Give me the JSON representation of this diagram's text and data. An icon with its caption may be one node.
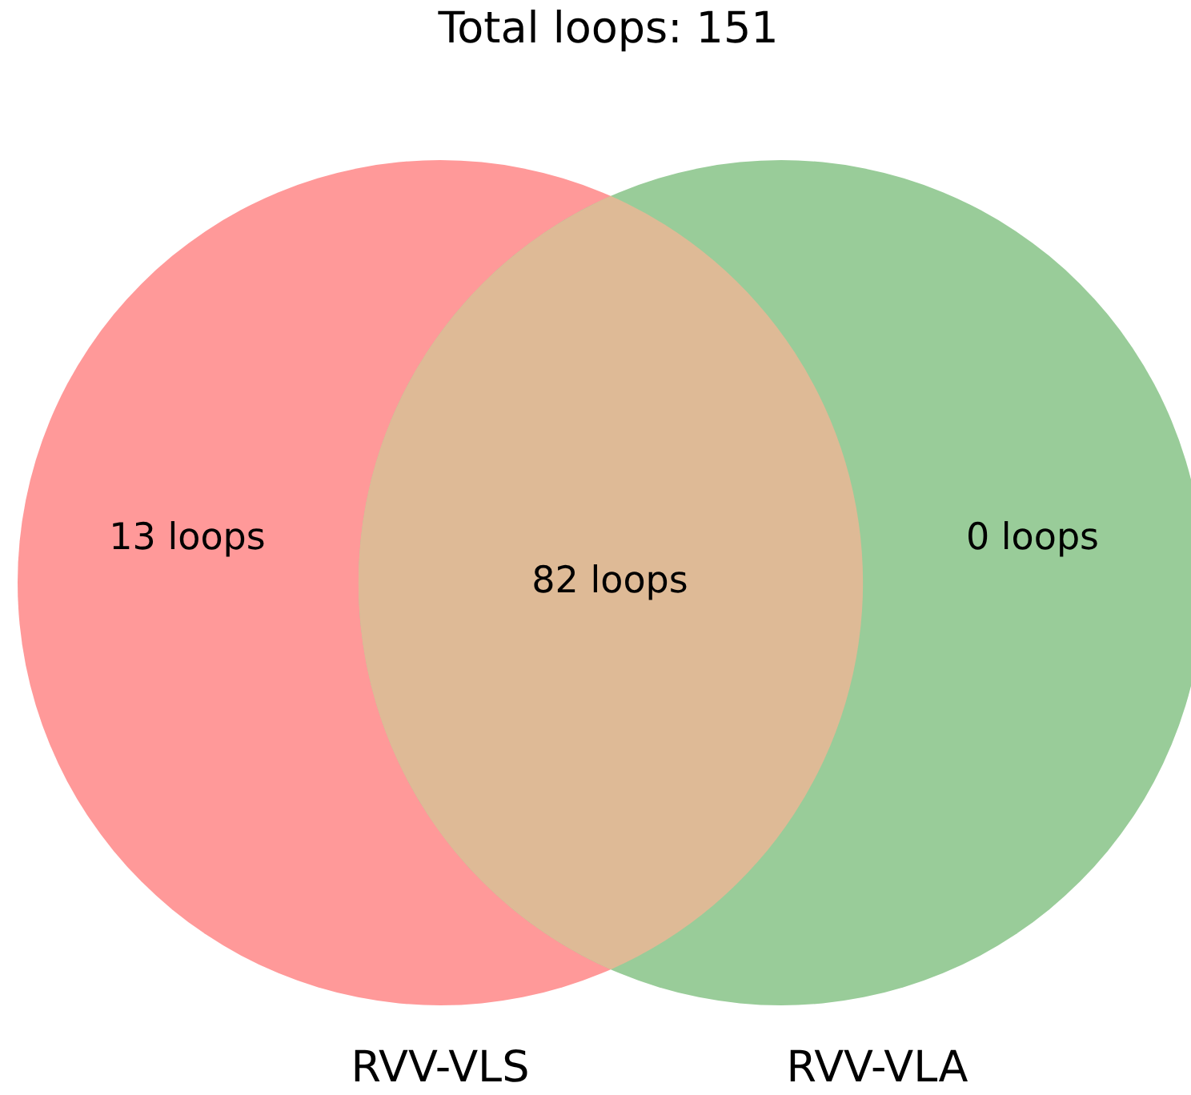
{
  "diagram": {
    "title": "Total loops: 151",
    "nodes": [
      {
        "text": [
          "RVV-VLS",
          "13 loops"
        ]
      },
      {
        "text": [
          "RVV-VLA",
          "0 loops"
        ]
      },
      {
        "text": [
          "82 loops"
        ]
      }
    ],
    "edges": []
  }
}
